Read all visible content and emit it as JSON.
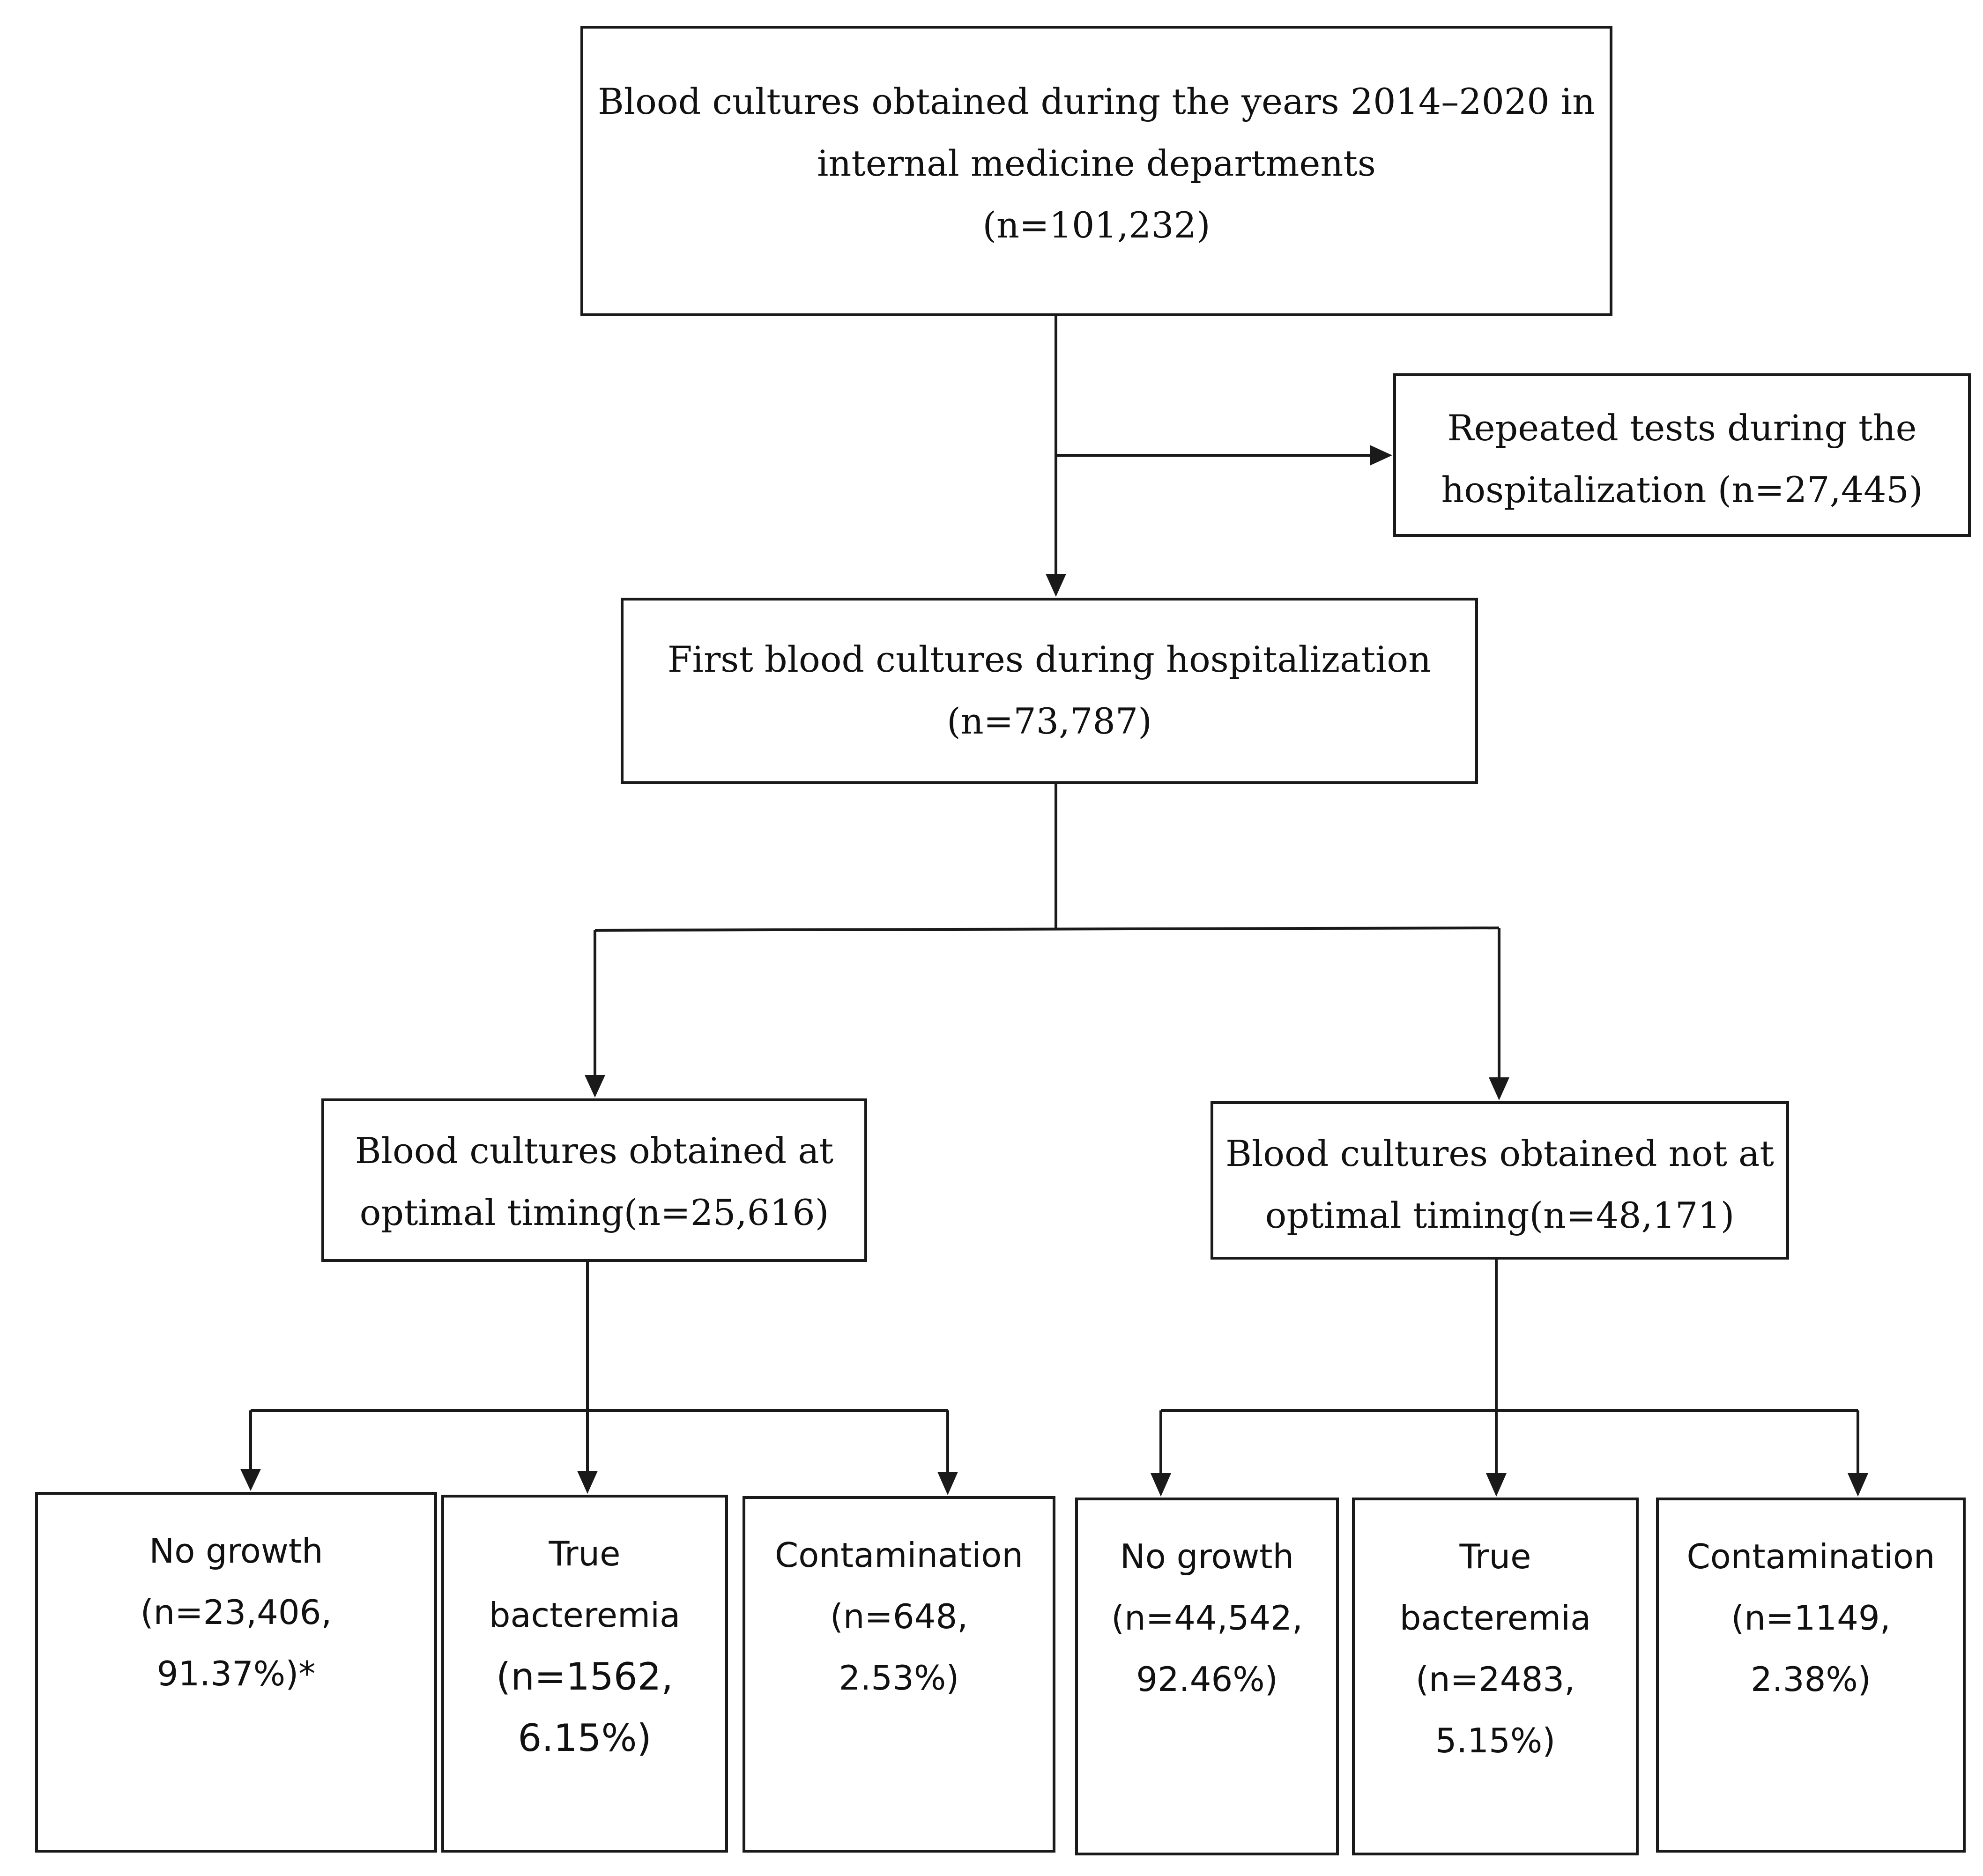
{
  "source": {
    "line1": "Blood cultures obtained during the years 2014–2020 in",
    "line2": "internal medicine departments",
    "line3": "(n=101,232)"
  },
  "excluded": {
    "line1": "Repeated tests during the",
    "line2": "hospitalization (n=27,445)"
  },
  "first": {
    "line1": "First blood cultures during hospitalization",
    "line2": "(n=73,787)"
  },
  "optimal": {
    "line1": "Blood cultures obtained at",
    "line2": "optimal timing(n=25,616)",
    "outcomes": {
      "no_growth": {
        "line1": "No growth",
        "line2": "(n=23,406,",
        "line3": "91.37%)*"
      },
      "true_bacteremia": {
        "line1": "True",
        "line2": "bacteremia",
        "line3": "(n=1562,",
        "line4": "6.15%)"
      },
      "contamination": {
        "line1": "Contamination",
        "line2": "(n=648,",
        "line3": "2.53%)"
      }
    }
  },
  "not_optimal": {
    "line1": "Blood cultures obtained not at",
    "line2": "optimal timing(n=48,171)",
    "outcomes": {
      "no_growth": {
        "line1": "No growth",
        "line2": "(n=44,542,",
        "line3": "92.46%)"
      },
      "true_bacteremia": {
        "line1": "True",
        "line2": "bacteremia",
        "line3": "(n=2483,",
        "line4": "5.15%)"
      },
      "contamination": {
        "line1": "Contamination",
        "line2": "(n=1149,",
        "line3": "2.38%)"
      }
    }
  }
}
